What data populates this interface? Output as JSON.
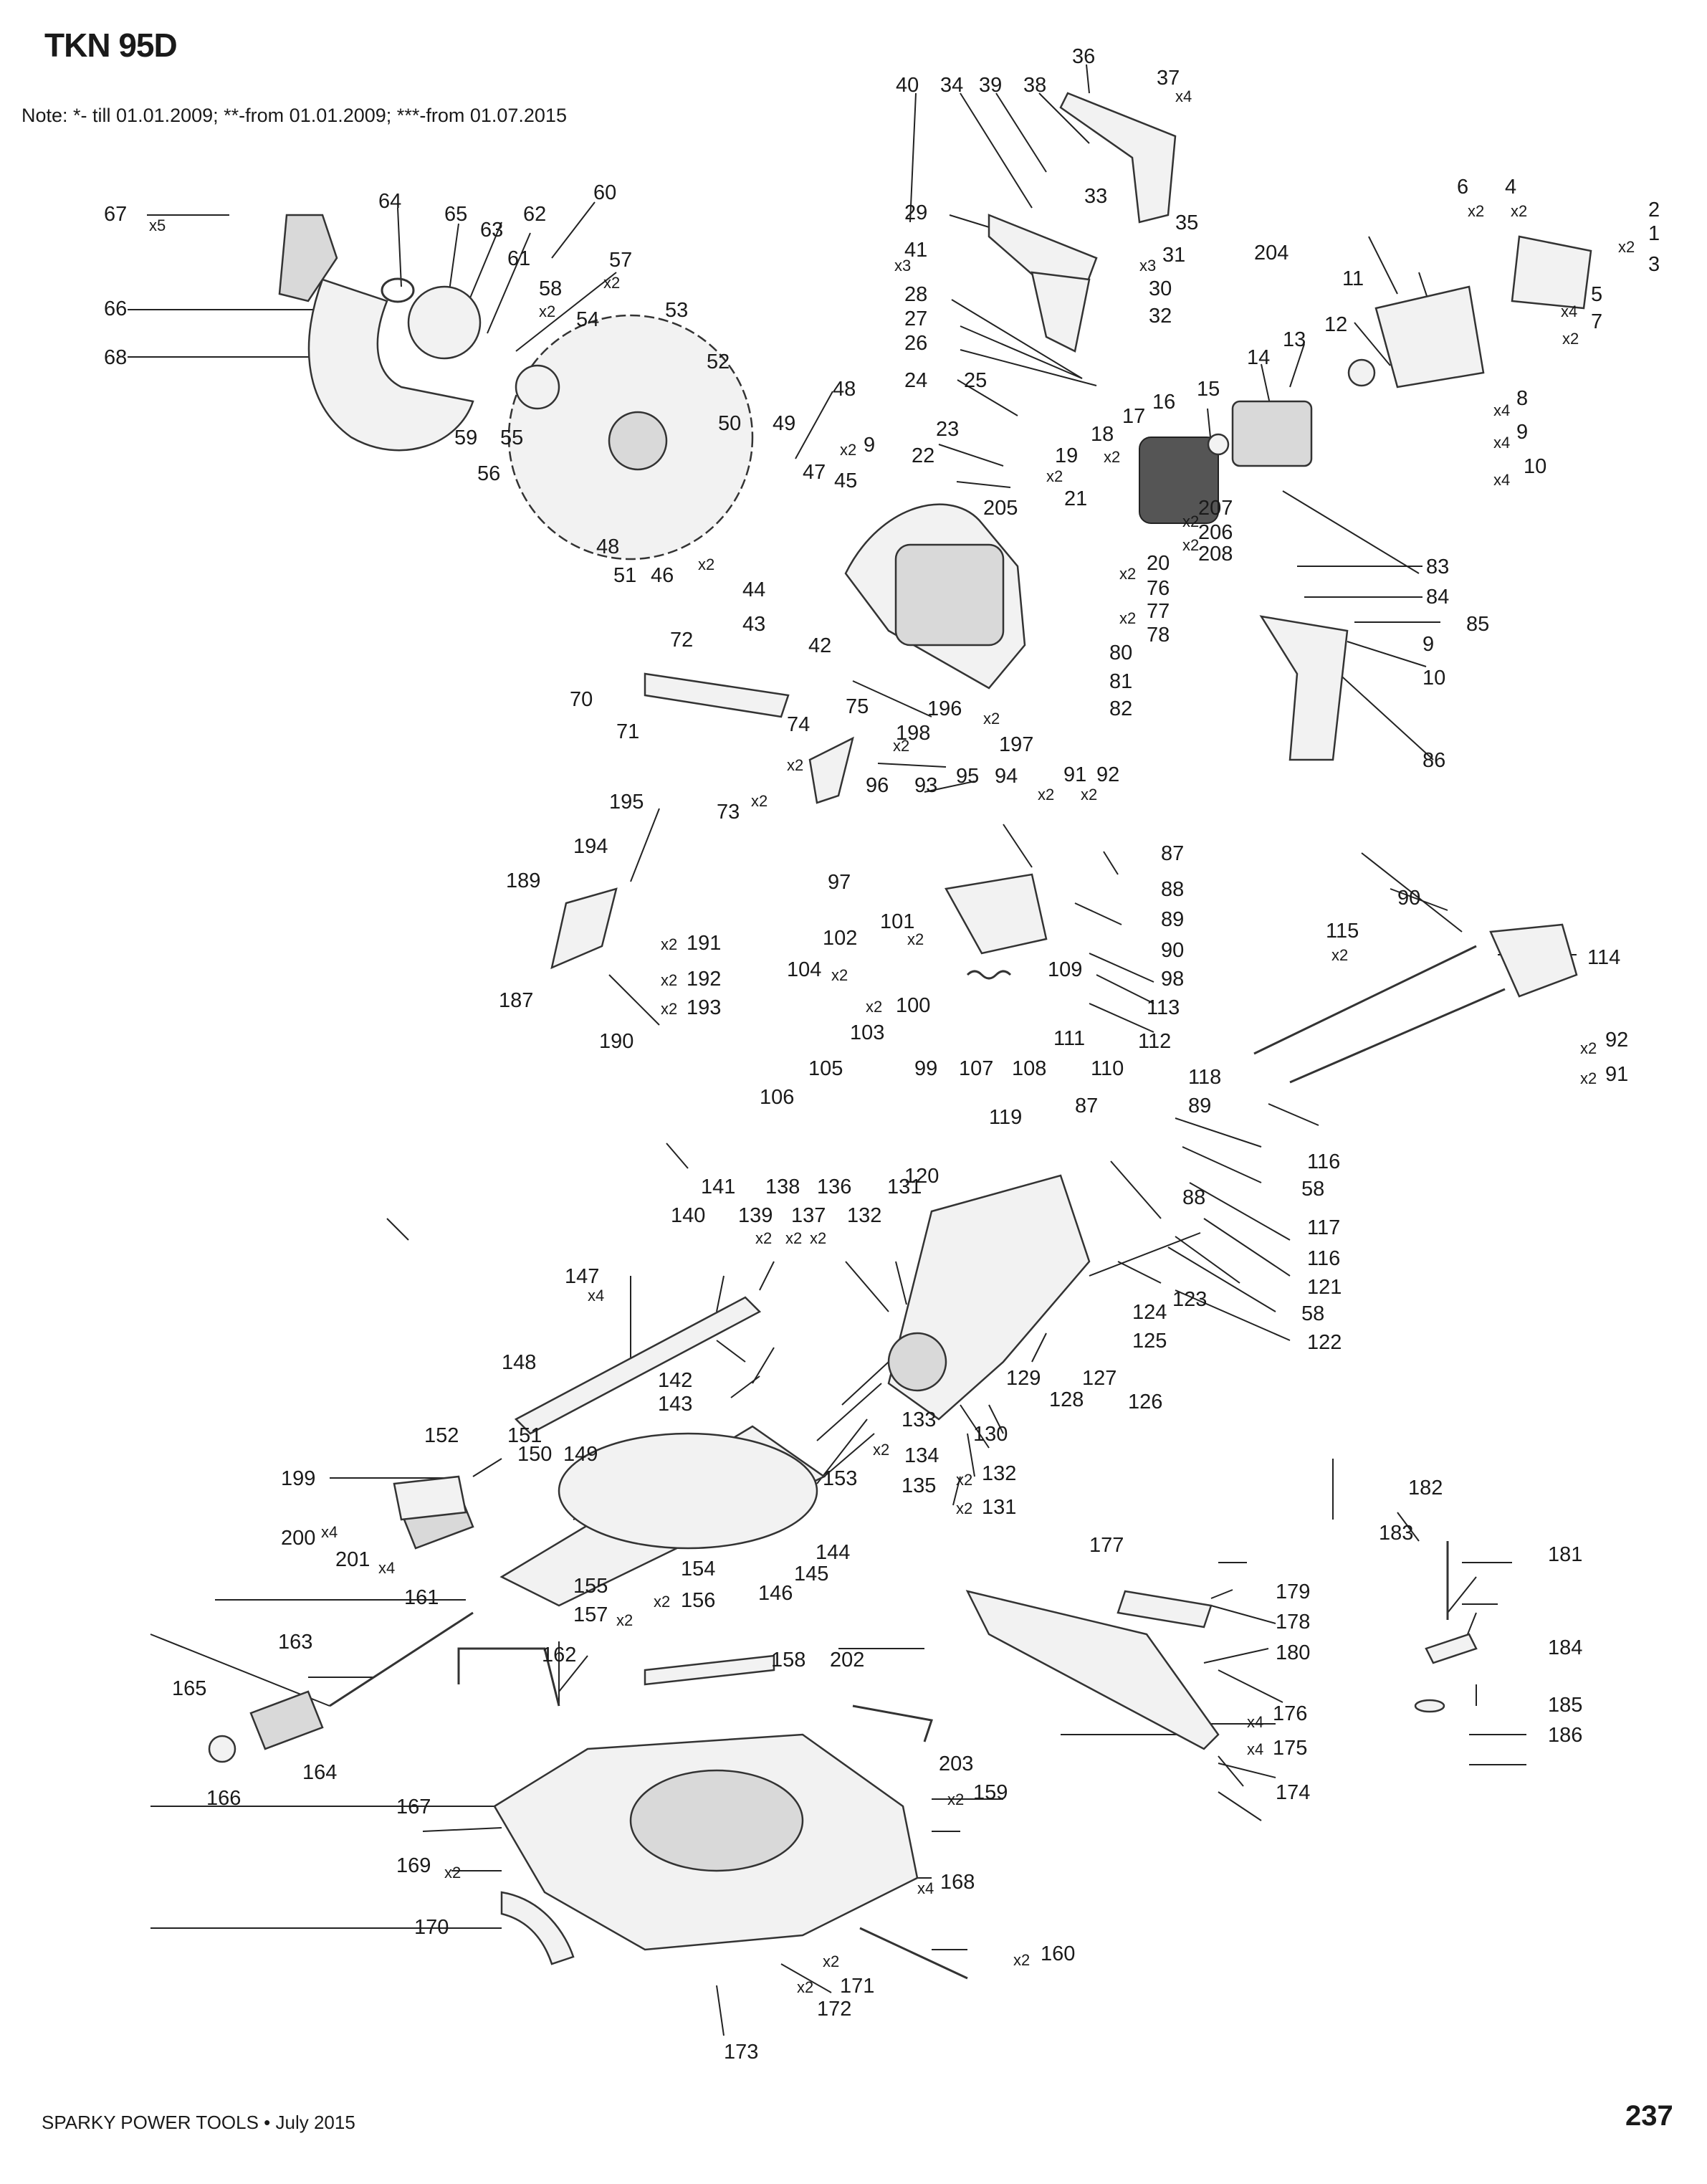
{
  "document": {
    "title": "TKN 95D",
    "note": "Note: *- till 01.01.2009; **-from 01.01.2009; ***-from 01.07.2015",
    "footer": "SPARKY POWER TOOLS • July 2015",
    "page_number": "237"
  },
  "labels": {
    "n1": "1",
    "n2": "2",
    "n3": "3",
    "n4": "4",
    "n5": "5",
    "n6": "6",
    "n7": "7",
    "n8": "8",
    "n9": "9",
    "n10": "10",
    "n11": "11",
    "n12": "12",
    "n13": "13",
    "n14": "14",
    "n15": "15",
    "n16": "16",
    "n17": "17",
    "n18": "18",
    "n19": "19",
    "n20": "20",
    "n21": "21",
    "n22": "22",
    "n23": "23",
    "n24": "24",
    "n25": "25",
    "n26": "26",
    "n27": "27",
    "n28": "28",
    "n29": "29",
    "n30": "30",
    "n31": "31",
    "n32": "32",
    "n33": "33",
    "n34": "34",
    "n35": "35",
    "n36": "36",
    "n37": "37",
    "n38": "38",
    "n39": "39",
    "n40": "40",
    "n41": "41",
    "n42": "42",
    "n43": "43",
    "n44": "44",
    "n45": "45",
    "n46": "46",
    "n47": "47",
    "n48": "48",
    "n49": "49",
    "n50": "50",
    "n51": "51",
    "n52": "52",
    "n53": "53",
    "n54": "54",
    "n55": "55",
    "n56": "56",
    "n57": "57",
    "n58": "58",
    "n59": "59",
    "n60": "60",
    "n61": "61",
    "n62": "62",
    "n63": "63",
    "n64": "64",
    "n65": "65",
    "n66": "66",
    "n67": "67",
    "n68": "68",
    "n70": "70",
    "n71": "71",
    "n72": "72",
    "n73": "73",
    "n74": "74",
    "n75": "75",
    "n76": "76",
    "n77": "77",
    "n78": "78",
    "n80": "80",
    "n81": "81",
    "n82": "82",
    "n83": "83",
    "n84": "84",
    "n85": "85",
    "n86": "86",
    "n87": "87",
    "n88": "88",
    "n89": "89",
    "n90": "90",
    "n91": "91",
    "n92": "92",
    "n93": "93",
    "n94": "94",
    "n95": "95",
    "n96": "96",
    "n97": "97",
    "n98": "98",
    "n99": "99",
    "n100": "100",
    "n101": "101",
    "n102": "102",
    "n103": "103",
    "n104": "104",
    "n105": "105",
    "n106": "106",
    "n107": "107",
    "n108": "108",
    "n109": "109",
    "n110": "110",
    "n111": "111",
    "n112": "112",
    "n113": "113",
    "n114": "114",
    "n115": "115",
    "n116": "116",
    "n117": "117",
    "n118": "118",
    "n119": "119",
    "n120": "120",
    "n121": "121",
    "n122": "122",
    "n123": "123",
    "n124": "124",
    "n125": "125",
    "n126": "126",
    "n127": "127",
    "n128": "128",
    "n129": "129",
    "n130": "130",
    "n131": "131",
    "n132": "132",
    "n133": "133",
    "n134": "134",
    "n135": "135",
    "n136": "136",
    "n137": "137",
    "n138": "138",
    "n139": "139",
    "n140": "140",
    "n141": "141",
    "n142": "142",
    "n143": "143",
    "n144": "144",
    "n145": "145",
    "n146": "146",
    "n147": "147",
    "n148": "148",
    "n149": "149",
    "n150": "150",
    "n151": "151",
    "n152": "152",
    "n153": "153",
    "n154": "154",
    "n155": "155",
    "n156": "156",
    "n157": "157",
    "n158": "158",
    "n159": "159",
    "n160": "160",
    "n161": "161",
    "n162": "162",
    "n163": "163",
    "n164": "164",
    "n165": "165",
    "n166": "166",
    "n167": "167",
    "n168": "168",
    "n169": "169",
    "n170": "170",
    "n171": "171",
    "n172": "172",
    "n173": "173",
    "n174": "174",
    "n175": "175",
    "n176": "176",
    "n177": "177",
    "n178": "178",
    "n179": "179",
    "n180": "180",
    "n181": "181",
    "n182": "182",
    "n183": "183",
    "n184": "184",
    "n185": "185",
    "n186": "186",
    "n187": "187",
    "n189": "189",
    "n190": "190",
    "n191": "191",
    "n192": "192",
    "n193": "193",
    "n194": "194",
    "n195": "195",
    "n196": "196",
    "n197": "197",
    "n198": "198",
    "n199": "199",
    "n200": "200",
    "n201": "201",
    "n202": "202",
    "n203": "203",
    "n204": "204",
    "n205": "205",
    "n206": "206",
    "n207": "207",
    "n208": "208"
  },
  "quantities": {
    "x2": "x2",
    "x3": "x3",
    "x4": "x4",
    "x5": "x5"
  }
}
